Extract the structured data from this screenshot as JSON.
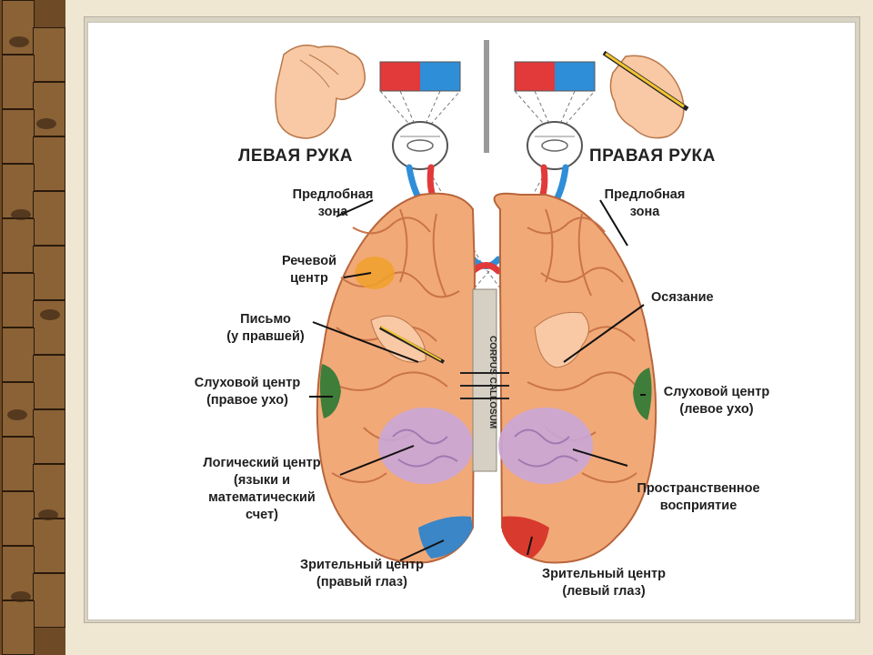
{
  "labels": {
    "left_hand": "ЛЕВАЯ РУКА",
    "right_hand": "ПРАВАЯ РУКА",
    "prefrontal_left": [
      "Предлобная",
      "зона"
    ],
    "prefrontal_right": [
      "Предлобная",
      "зона"
    ],
    "speech_center": [
      "Речевой",
      "центр"
    ],
    "writing": [
      "Письмо",
      "(у правшей)"
    ],
    "hearing_left": [
      "Слуховой центр",
      "(правое ухо)"
    ],
    "hearing_right": [
      "Слуховой центр",
      "(левое ухо)"
    ],
    "logic_center": [
      "Логический центр",
      "(языки и",
      "математический",
      "счет)"
    ],
    "touch": "Осязание",
    "spatial": [
      "Пространственное",
      "восприятие"
    ],
    "visual_left": [
      "Зрительный центр",
      "(правый глаз)"
    ],
    "visual_right": [
      "Зрительный центр",
      "(левый глаз)"
    ],
    "corpus_callosum": "CORPUS CALLOSUM"
  },
  "colors": {
    "brain": "#f2a978",
    "brain_outline": "#b8653b",
    "gyri": "#c97448",
    "red": "#e2393a",
    "blue": "#2f8ed8",
    "purple": "#c9a6d6",
    "green": "#3f7d3a",
    "speech": "#f0a12a",
    "visual_left_area": "#3a86c6",
    "visual_right_area": "#d83a2e"
  }
}
